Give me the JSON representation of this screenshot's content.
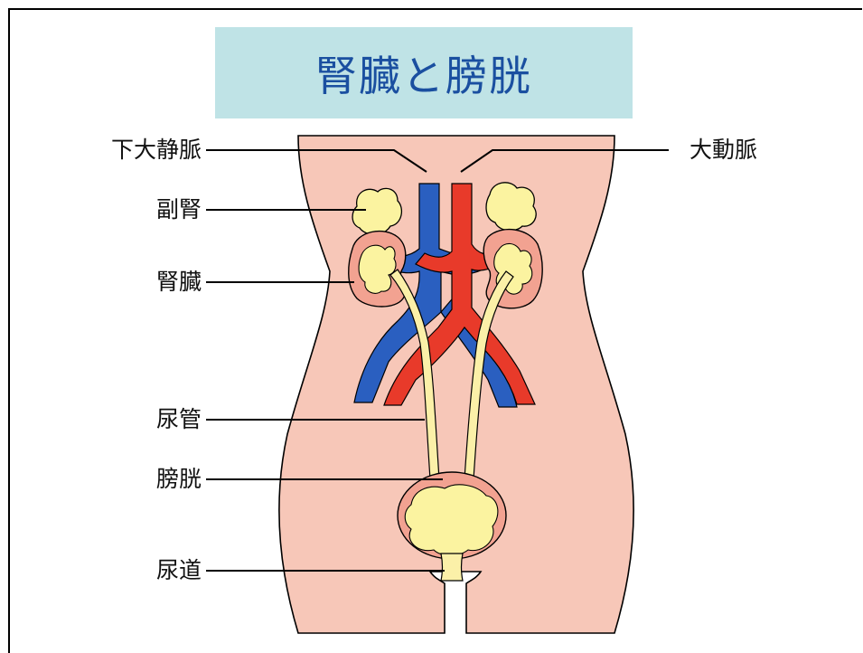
{
  "title": "腎臓と膀胱",
  "colors": {
    "title_background": "#bfe3e6",
    "title_text": "#1a4fa0",
    "skin": "#f7c7b8",
    "vein": "#2a5fc0",
    "artery": "#e83a2a",
    "kidney_fill": "#f2a291",
    "organ_yellow": "#fbf3a0",
    "ureter": "#fbf0a8",
    "outline": "#000000"
  },
  "labels": {
    "inferior_vena_cava": "下大静脈",
    "aorta": "大動脈",
    "adrenal_gland": "副腎",
    "kidney": "腎臓",
    "ureter": "尿管",
    "bladder": "膀胱",
    "urethra": "尿道"
  }
}
